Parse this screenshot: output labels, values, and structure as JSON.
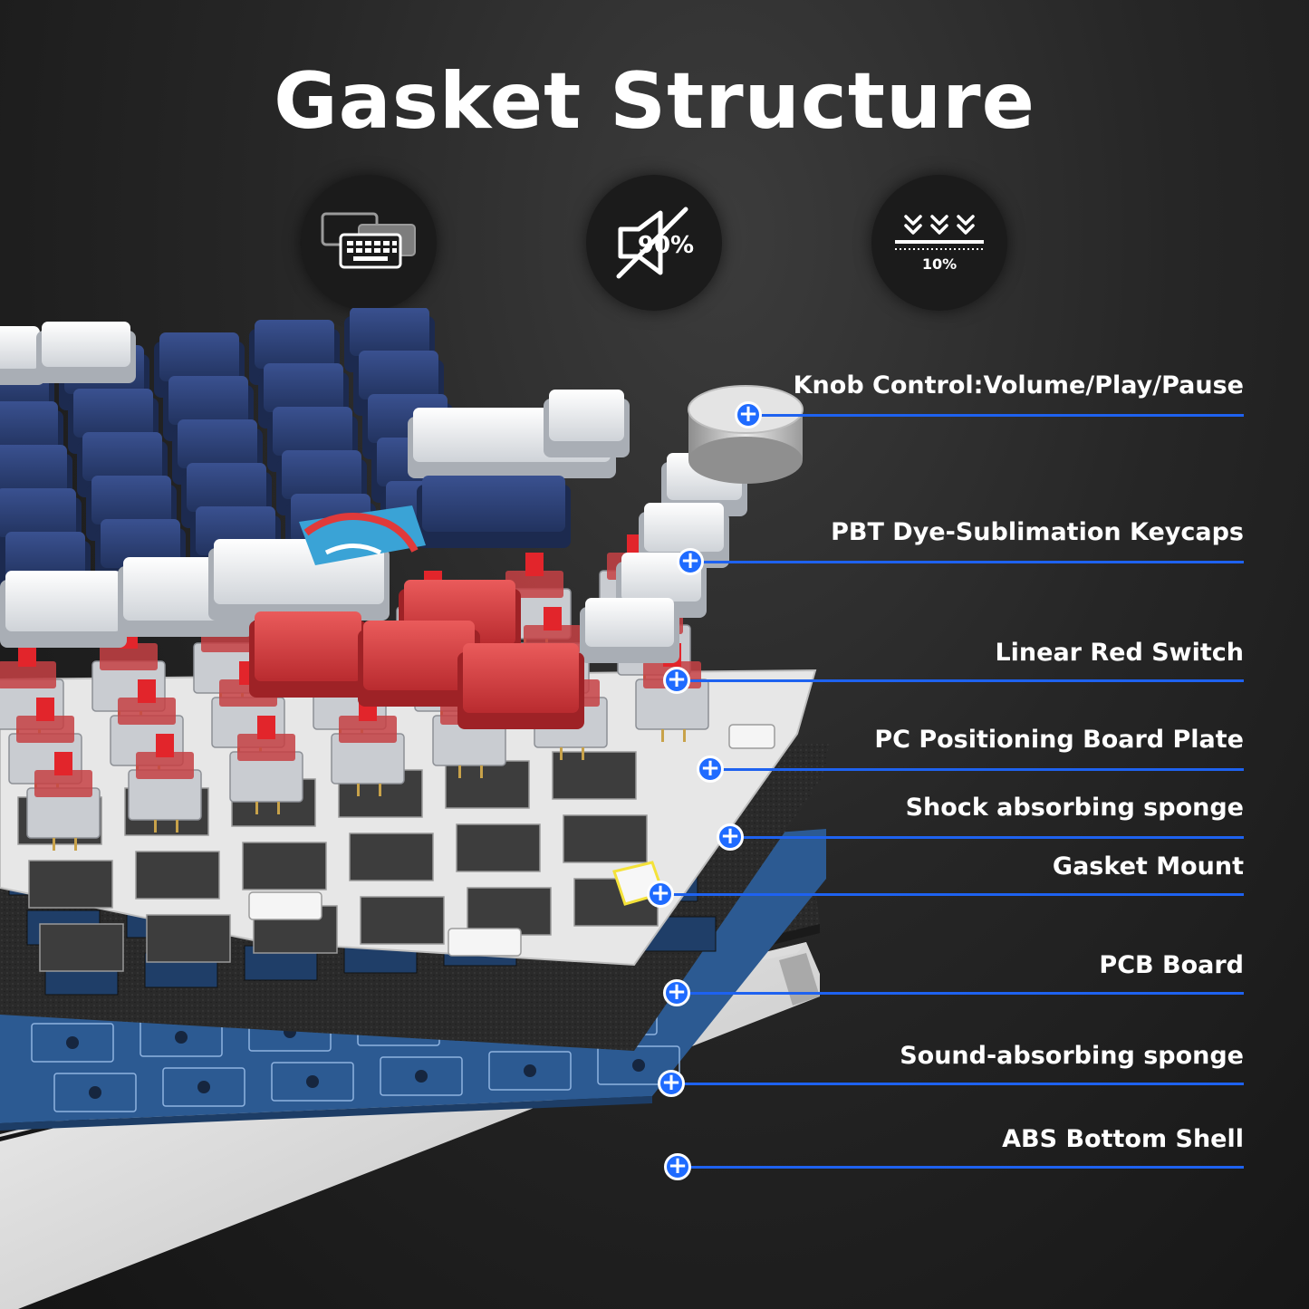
{
  "title": "Gasket Structure",
  "icons": [
    {
      "name": "keyboard-layers-icon",
      "text": ""
    },
    {
      "name": "noise-reduction-icon",
      "text": "90%"
    },
    {
      "name": "compression-icon",
      "text": "10%"
    }
  ],
  "callouts": [
    {
      "label": "Knob Control:Volume/Play/Pause"
    },
    {
      "label": "PBT Dye-Sublimation Keycaps"
    },
    {
      "label": "Linear Red Switch"
    },
    {
      "label": "PC Positioning Board Plate"
    },
    {
      "label": "Shock absorbing sponge"
    },
    {
      "label": "Gasket Mount"
    },
    {
      "label": "PCB Board"
    },
    {
      "label": "Sound-absorbing sponge"
    },
    {
      "label": "ABS Bottom Shell"
    }
  ],
  "marker_symbol": "+",
  "colors": {
    "accent_blue": "#1e62f0",
    "keycap_navy": "#2b3f73",
    "keycap_white": "#e9ecef",
    "switch_red": "#d8262b",
    "pcb_blue": "#2c5a92"
  }
}
